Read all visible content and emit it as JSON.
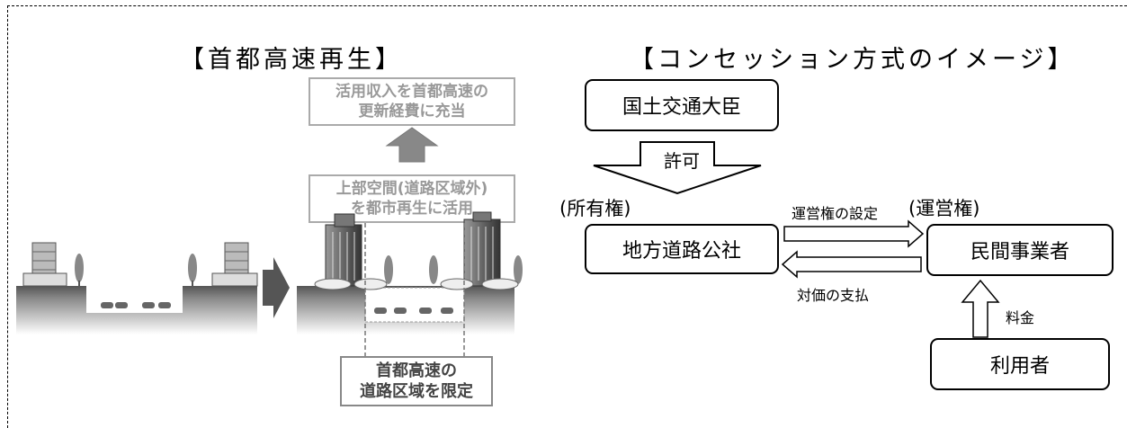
{
  "left": {
    "title": "【首都高速再生】",
    "top_box": [
      "活用収入を首都高速の",
      "更新経費に充当"
    ],
    "mid_box": [
      "上部空間(道路区域外)",
      "を都市再生に活用"
    ],
    "bottom_box": [
      "首都高速の",
      "道路区域を限定"
    ]
  },
  "right": {
    "title": "【コンセッション方式のイメージ】",
    "minister": "国土交通大臣",
    "permit": "許可",
    "ownership": "(所有権)",
    "public_corp": "地方道路公社",
    "operating_right": "(運営権)",
    "private_operator": "民間事業者",
    "setting": "運営権の設定",
    "payment": "対価の支払",
    "fee": "料金",
    "users": "利用者"
  }
}
